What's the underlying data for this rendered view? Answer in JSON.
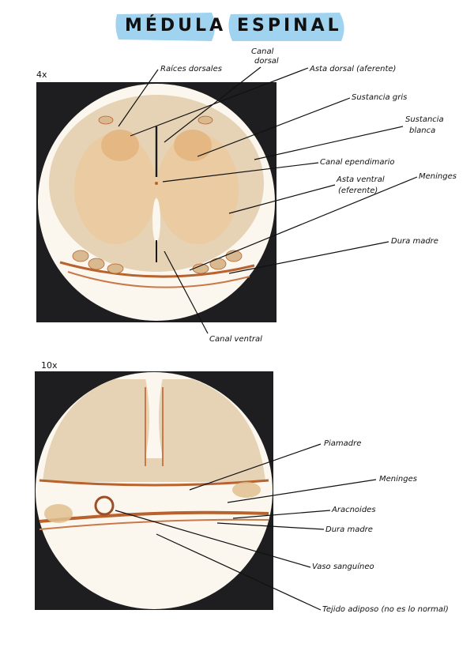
{
  "title": {
    "word1": "MÉDULA",
    "word2": "ESPINAL",
    "highlight_color": "#9fd3f0"
  },
  "panel1": {
    "magnification": "4x",
    "labels": {
      "raices_dorsales": "Raíces dorsales",
      "canal_dorsal_1": "Canal",
      "canal_dorsal_2": "dorsal",
      "asta_dorsal": "Asta dorsal (aferente)",
      "sustancia_gris": "Sustancia gris",
      "sustancia_blanca_1": "Sustancia",
      "sustancia_blanca_2": "blanca",
      "canal_ependimario": "Canal ependimario",
      "asta_ventral_1": "Asta ventral",
      "asta_ventral_2": "(eferente)",
      "meninges": "Meninges",
      "dura_madre": "Dura madre",
      "canal_ventral": "Canal ventral"
    }
  },
  "panel2": {
    "magnification": "10x",
    "labels": {
      "piamadre": "Piamadre",
      "meninges": "Meninges",
      "aracnoides": "Aracnoides",
      "dura_madre": "Dura madre",
      "vaso_sanguineo": "Vaso sanguíneo",
      "tejido_adiposo": "Tejido adiposo (no es lo normal)"
    }
  },
  "colors": {
    "tissue": "#e8d2ae",
    "white_matter": "#e6d3b5",
    "grey_matter": "#e9c79a",
    "membrane": "#b8632e",
    "field": "#fbf7ee",
    "dark_bg": "#1e1e20"
  }
}
